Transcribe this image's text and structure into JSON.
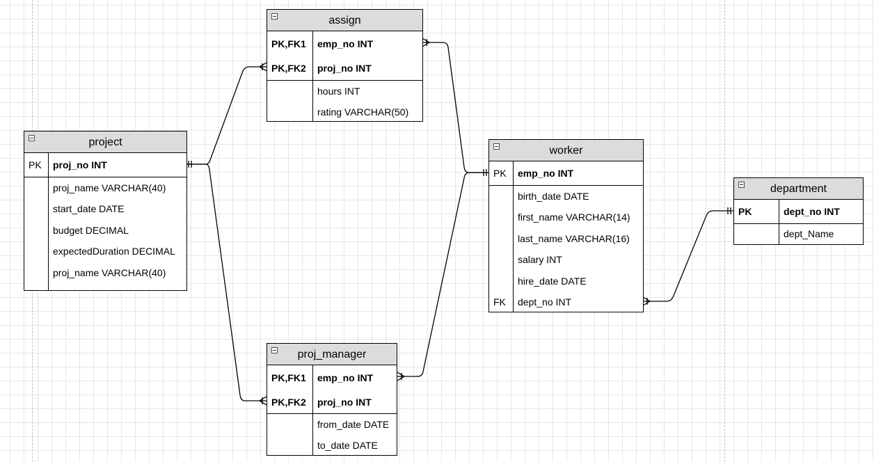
{
  "entities": {
    "assign": {
      "title": "assign",
      "pk_rows": [
        {
          "key": "PK,FK1",
          "field": "emp_no  INT"
        },
        {
          "key": "PK,FK2",
          "field": "proj_no  INT"
        }
      ],
      "rows": [
        {
          "key": "",
          "field": "hours  INT"
        },
        {
          "key": "",
          "field": "rating  VARCHAR(50)"
        }
      ]
    },
    "project": {
      "title": "project",
      "pk_rows": [
        {
          "key": "PK",
          "field": "proj_no  INT"
        }
      ],
      "rows": [
        {
          "key": "",
          "field": "proj_name  VARCHAR(40)"
        },
        {
          "key": "",
          "field": "start_date  DATE"
        },
        {
          "key": "",
          "field": "budget   DECIMAL"
        },
        {
          "key": "",
          "field": "expectedDuration  DECIMAL"
        },
        {
          "key": "",
          "field": "proj_name  VARCHAR(40)"
        }
      ]
    },
    "worker": {
      "title": "worker",
      "pk_rows": [
        {
          "key": "PK",
          "field": "emp_no  INT"
        }
      ],
      "rows": [
        {
          "key": "",
          "field": "birth_date  DATE"
        },
        {
          "key": "",
          "field": "first_name  VARCHAR(14)"
        },
        {
          "key": "",
          "field": "last_name  VARCHAR(16)"
        },
        {
          "key": "",
          "field": "salary  INT"
        },
        {
          "key": "",
          "field": "hire_date  DATE"
        },
        {
          "key": "FK",
          "field": "dept_no  INT"
        }
      ]
    },
    "department": {
      "title": "department",
      "pk_rows": [
        {
          "key": "PK",
          "field": "dept_no  INT"
        }
      ],
      "rows": [
        {
          "key": "",
          "field": "dept_Name"
        }
      ]
    },
    "proj_manager": {
      "title": "proj_manager",
      "pk_rows": [
        {
          "key": "PK,FK1",
          "field": "emp_no  INT"
        },
        {
          "key": "PK,FK2",
          "field": "proj_no  INT"
        }
      ],
      "rows": [
        {
          "key": "",
          "field": "from_date  DATE"
        },
        {
          "key": "",
          "field": "to_date  DATE"
        }
      ]
    }
  },
  "relationships": [
    {
      "from": "project",
      "from_card": "one-mandatory",
      "to": "assign",
      "to_card": "one-or-many"
    },
    {
      "from": "project",
      "from_card": "one-mandatory",
      "to": "proj_manager",
      "to_card": "one-or-many"
    },
    {
      "from": "worker",
      "from_card": "one-mandatory",
      "to": "assign",
      "to_card": "one-or-many"
    },
    {
      "from": "worker",
      "from_card": "one-mandatory",
      "to": "proj_manager",
      "to_card": "one-or-many"
    },
    {
      "from": "department",
      "from_card": "one-mandatory",
      "to": "worker",
      "to_card": "one-or-many"
    }
  ],
  "colors": {
    "header_fill": "#dcdcdc",
    "border": "#000000",
    "grid": "#e6e6e6",
    "background": "#ffffff"
  },
  "icons": {
    "collapse": "collapse-icon"
  }
}
